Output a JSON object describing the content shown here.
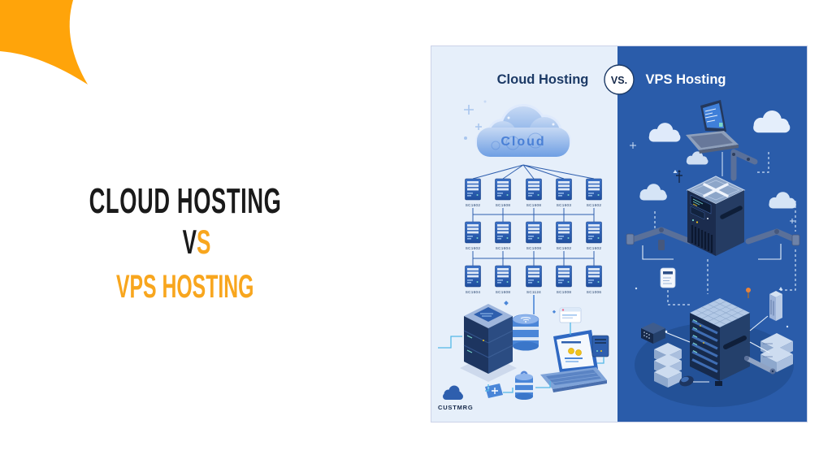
{
  "hero": {
    "title": "CLOUD HOSTING",
    "vs_v": "V",
    "vs_s": "S",
    "subtitle": "VPS HOSTING"
  },
  "infographic": {
    "vs_badge": "VS.",
    "left": {
      "title": "Cloud Hosting",
      "background": "#E6EFFA",
      "cloud_label": "Cloud",
      "server_rows": [
        {
          "labels": [
            "SC1602",
            "SC1608",
            "SC1608",
            "SC1603",
            "SC1602"
          ]
        },
        {
          "labels": [
            "SC1602",
            "SC1604",
            "SC1008",
            "SC1602",
            "SC1602"
          ]
        },
        {
          "labels": [
            "SC1604",
            "SC1608",
            "SC1124",
            "SC1008",
            "SC1006"
          ]
        }
      ],
      "footer_label": "CUSTMRG"
    },
    "right": {
      "title": "VPS Hosting",
      "background": "#2A5CAA"
    }
  },
  "colors": {
    "corner_orange": "#FFA40A",
    "accent_orange": "#F8A61E",
    "title_black": "#1A1A1A",
    "navy": "#1C3A66",
    "left_panel_bg": "#E6EFFA",
    "right_panel_bg": "#2A5CAA",
    "server_blue": "#2E62B4",
    "teal_connector": "#54B8E8"
  }
}
